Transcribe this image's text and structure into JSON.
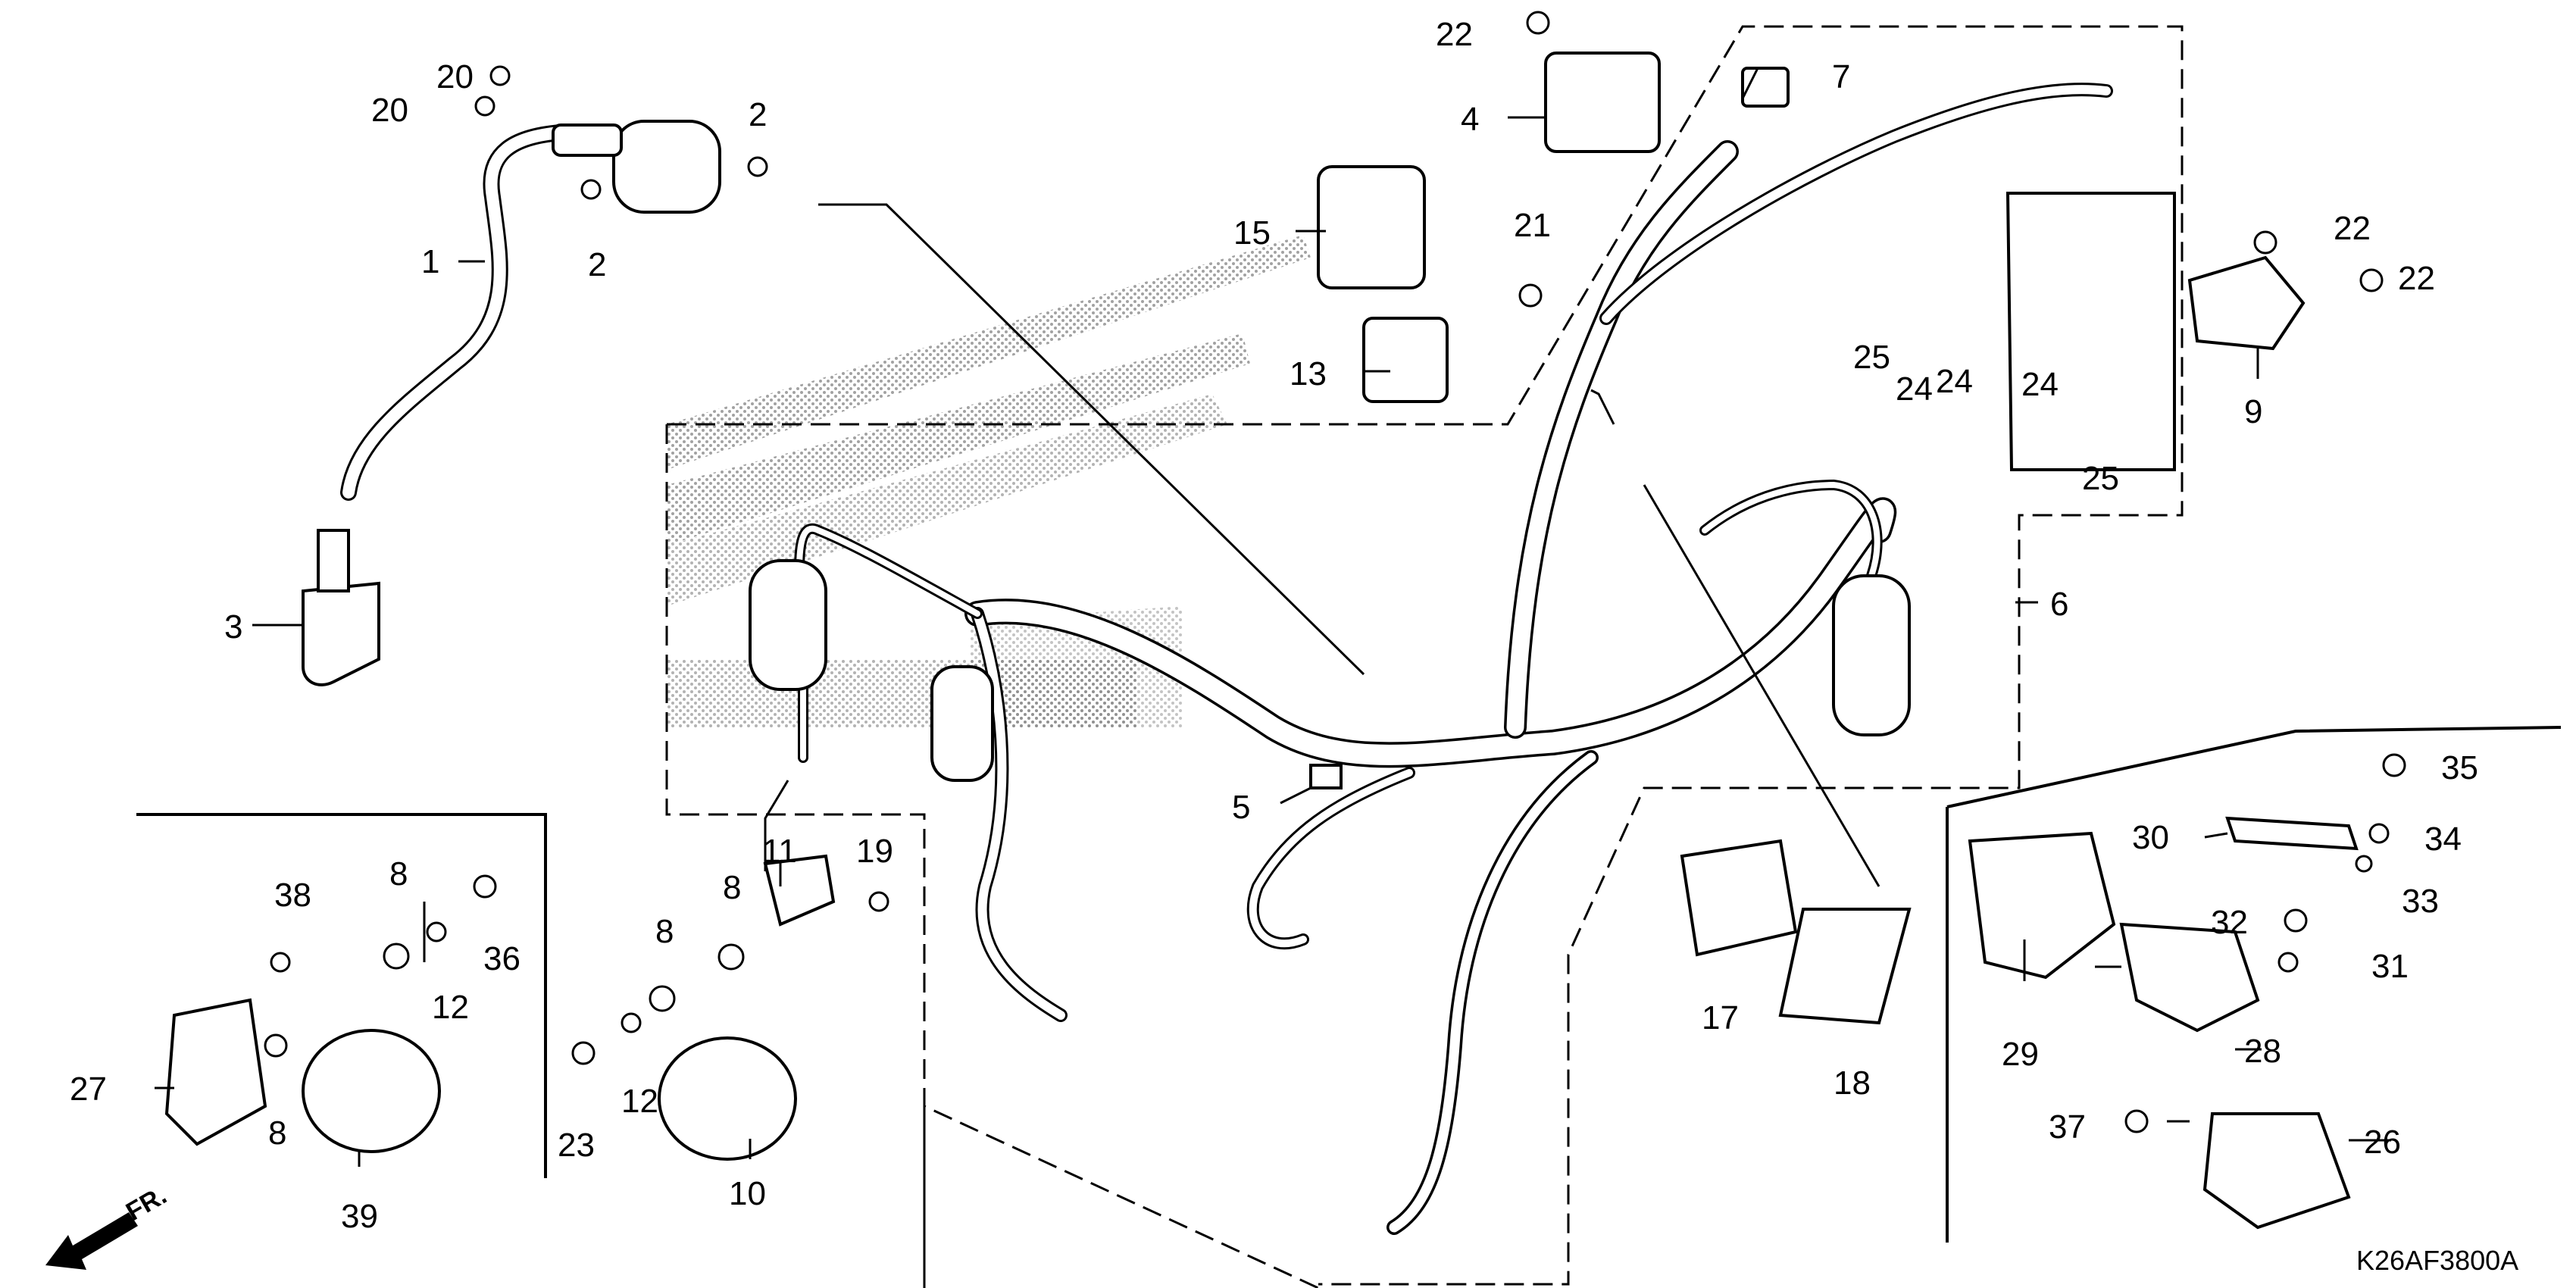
{
  "diagram": {
    "code": "K26AF3800A",
    "front_marker": "FR.",
    "callouts": [
      {
        "id": "c1",
        "label": "1"
      },
      {
        "id": "c2a",
        "label": "2"
      },
      {
        "id": "c2b",
        "label": "2"
      },
      {
        "id": "c3",
        "label": "3"
      },
      {
        "id": "c4",
        "label": "4"
      },
      {
        "id": "c5",
        "label": "5"
      },
      {
        "id": "c6",
        "label": "6"
      },
      {
        "id": "c7",
        "label": "7"
      },
      {
        "id": "c8a",
        "label": "8"
      },
      {
        "id": "c8b",
        "label": "8"
      },
      {
        "id": "c8c",
        "label": "8"
      },
      {
        "id": "c8d",
        "label": "8"
      },
      {
        "id": "c9",
        "label": "9"
      },
      {
        "id": "c10",
        "label": "10"
      },
      {
        "id": "c11",
        "label": "11"
      },
      {
        "id": "c12a",
        "label": "12"
      },
      {
        "id": "c12b",
        "label": "12"
      },
      {
        "id": "c13",
        "label": "13"
      },
      {
        "id": "c15",
        "label": "15"
      },
      {
        "id": "c17",
        "label": "17"
      },
      {
        "id": "c18",
        "label": "18"
      },
      {
        "id": "c19",
        "label": "19"
      },
      {
        "id": "c20a",
        "label": "20"
      },
      {
        "id": "c20b",
        "label": "20"
      },
      {
        "id": "c21",
        "label": "21"
      },
      {
        "id": "c22a",
        "label": "22"
      },
      {
        "id": "c22b",
        "label": "22"
      },
      {
        "id": "c22c",
        "label": "22"
      },
      {
        "id": "c23",
        "label": "23"
      },
      {
        "id": "c24a",
        "label": "24"
      },
      {
        "id": "c24b",
        "label": "24"
      },
      {
        "id": "c24c",
        "label": "24"
      },
      {
        "id": "c25a",
        "label": "25"
      },
      {
        "id": "c25b",
        "label": "25"
      },
      {
        "id": "c26",
        "label": "26"
      },
      {
        "id": "c27",
        "label": "27"
      },
      {
        "id": "c28",
        "label": "28"
      },
      {
        "id": "c29",
        "label": "29"
      },
      {
        "id": "c30",
        "label": "30"
      },
      {
        "id": "c31",
        "label": "31"
      },
      {
        "id": "c32",
        "label": "32"
      },
      {
        "id": "c33",
        "label": "33"
      },
      {
        "id": "c34",
        "label": "34"
      },
      {
        "id": "c35",
        "label": "35"
      },
      {
        "id": "c36",
        "label": "36"
      },
      {
        "id": "c37",
        "label": "37"
      },
      {
        "id": "c38",
        "label": "38"
      },
      {
        "id": "c39",
        "label": "39"
      }
    ]
  }
}
